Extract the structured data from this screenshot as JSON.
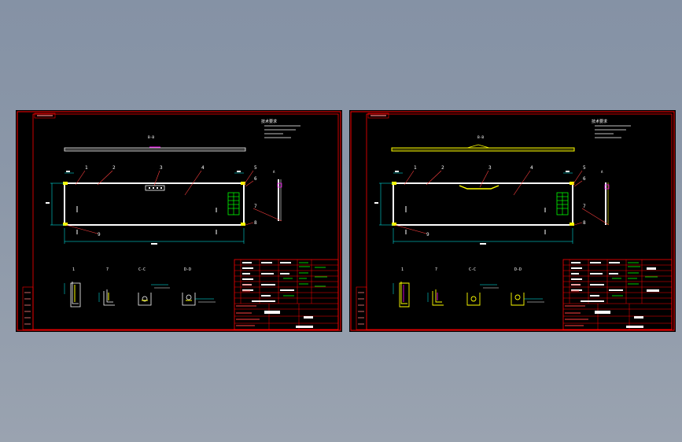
{
  "sheets": [
    {
      "id": "left",
      "callouts": [
        "1",
        "2",
        "3",
        "4",
        "5",
        "6",
        "7",
        "8",
        "9"
      ],
      "section_labels": [
        "1",
        "7",
        "C-C",
        "D-D"
      ],
      "section_mark_top": "B-B",
      "arrow_label": "A",
      "notes_title": "技术要求",
      "colors": {
        "frame": "#ff0000",
        "part": "#ffffff",
        "accent": "#ffff00",
        "leader": "#ff4040",
        "dim": "#00ffff",
        "table": "#00ff00",
        "hatch": "#00ff00",
        "rib": "#ff00ff"
      }
    },
    {
      "id": "right",
      "callouts": [
        "1",
        "2",
        "3",
        "4",
        "5",
        "6",
        "7",
        "8",
        "9"
      ],
      "section_labels": [
        "1",
        "7",
        "C-C",
        "D-D"
      ],
      "section_mark_top": "B-B",
      "arrow_label": "A",
      "notes_title": "技术要求",
      "colors": {
        "frame": "#ff0000",
        "part": "#ffff00",
        "accent": "#ffff00",
        "leader": "#ff4040",
        "dim": "#00ffff",
        "table": "#00ff00",
        "hatch": "#00ff00",
        "rib": "#ff00ff"
      }
    }
  ]
}
